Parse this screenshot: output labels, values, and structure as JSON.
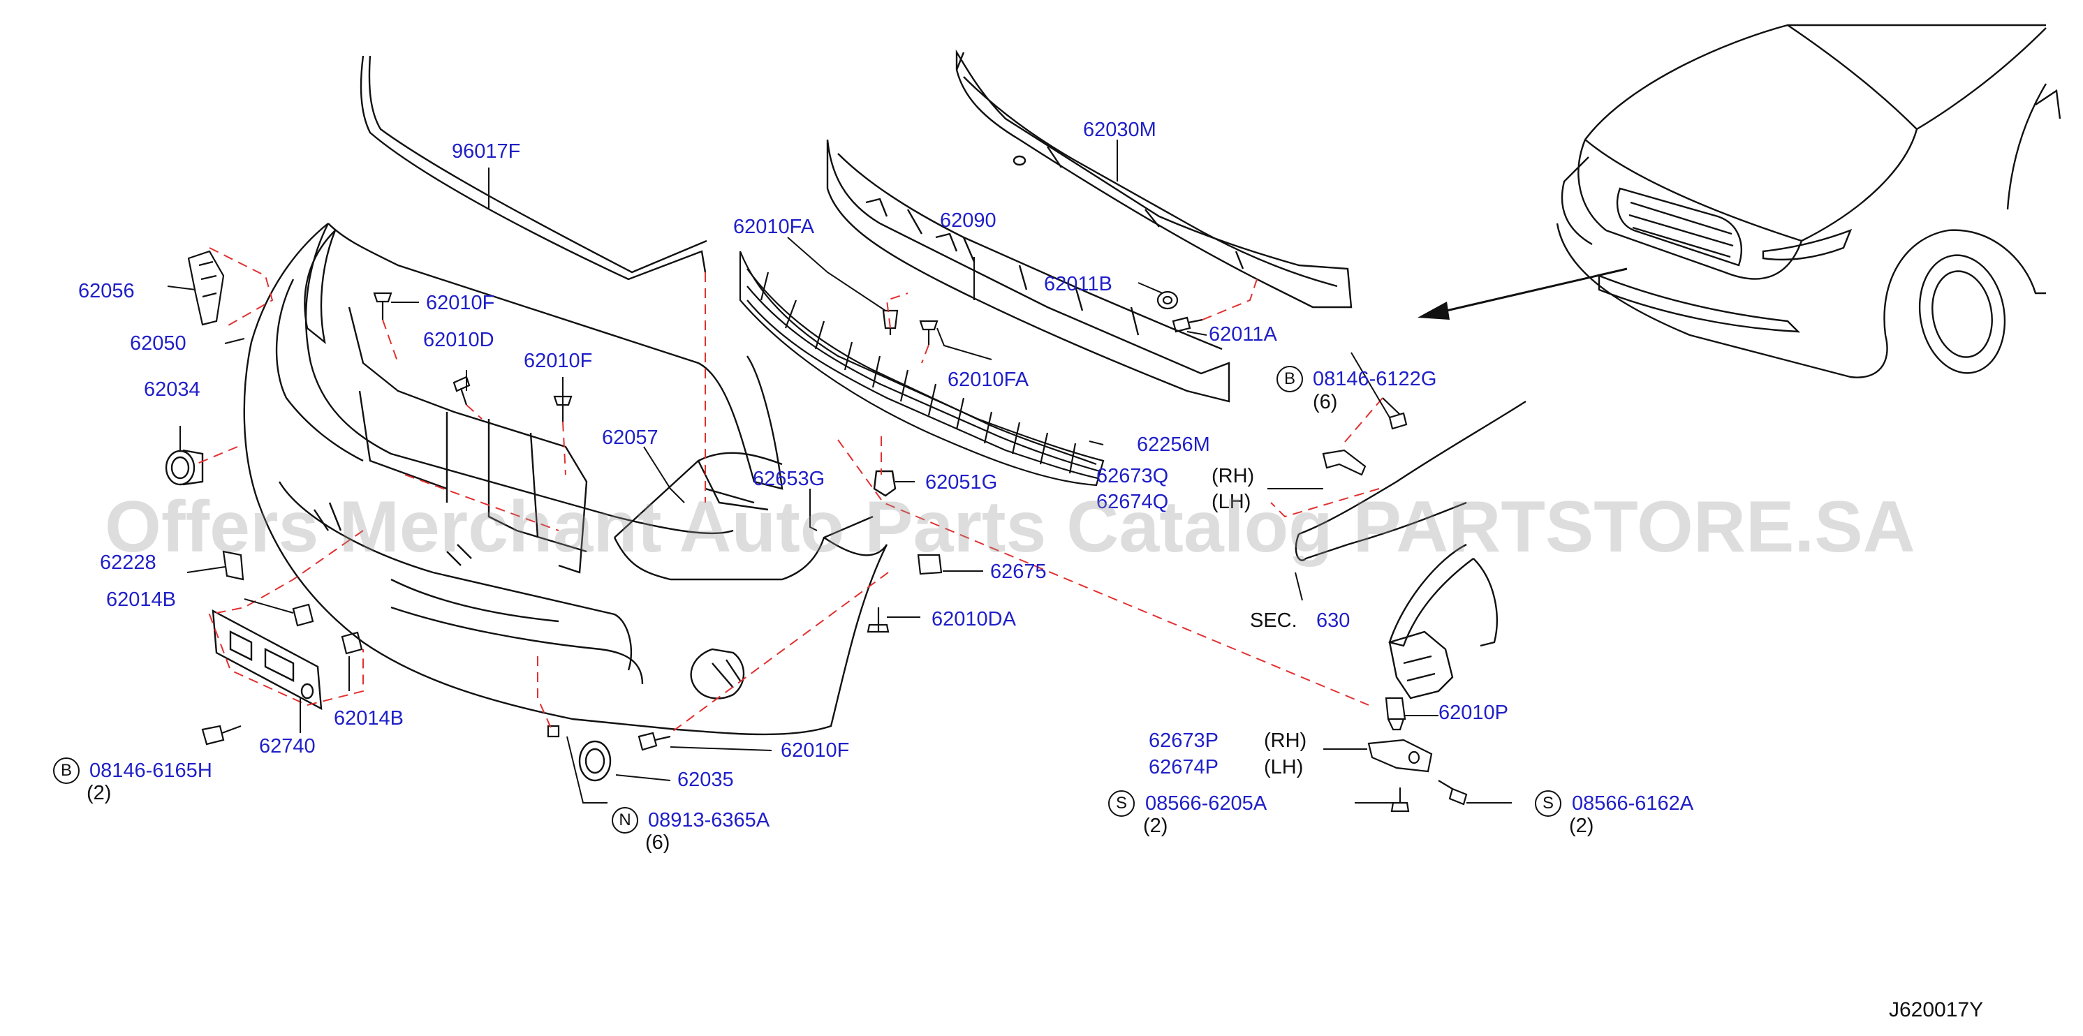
{
  "colors": {
    "part_label": "#1f1fc8",
    "line": "#111111",
    "leader_dashed": "#e23030",
    "watermark": "#969696"
  },
  "watermark": "Offers Merchant Auto Parts Catalog PARTSTORE.SA",
  "ref_code": "J620017Y",
  "callouts": {
    "c96017F": "96017F",
    "c62030M": "62030M",
    "c62090": "62090",
    "c62010FA_a": "62010FA",
    "c62011B": "62011B",
    "c62011A": "62011A",
    "c62010FA_b": "62010FA",
    "c62056": "62056",
    "c62050": "62050",
    "c62010F_a": "62010F",
    "c62010D": "62010D",
    "c62010F_b": "62010F",
    "c62034": "62034",
    "c62057": "62057",
    "c62653G": "62653G",
    "c62051G": "62051G",
    "c62256M": "62256M",
    "c62673Q": "62673Q",
    "c62674Q": "62674Q",
    "c62228": "62228",
    "c62014B_a": "62014B",
    "c62675": "62675",
    "c62010DA": "62010DA",
    "c62014B_b": "62014B",
    "c62740": "62740",
    "c62010F_c": "62010F",
    "c62035": "62035",
    "c62010P": "62010P",
    "c62673P": "62673P",
    "c62674P": "62674P",
    "bolt_b_top": "08146-6122G",
    "bolt_b_top_qty": "(6)",
    "bolt_b_left": "08146-6165H",
    "bolt_b_left_qty": "(2)",
    "screw_n": "08913-6365A",
    "screw_n_qty": "(6)",
    "screw_s_left": "08566-6205A",
    "screw_s_left_qty": "(2)",
    "screw_s_right": "08566-6162A",
    "screw_s_right_qty": "(2)",
    "side_rh_q": "(RH)",
    "side_lh_q": "(LH)",
    "side_rh_p": "(RH)",
    "side_lh_p": "(LH)",
    "sec_prefix": "SEC.",
    "sec_number": "630"
  },
  "badges": {
    "b_top": "B",
    "b_left": "B",
    "n": "N",
    "s_left": "S",
    "s_right": "S"
  }
}
